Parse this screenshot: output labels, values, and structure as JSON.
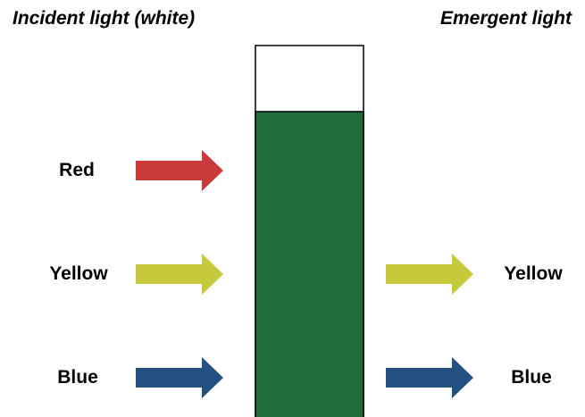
{
  "headings": {
    "incident": "Incident light (white)",
    "emergent": "Emergent light"
  },
  "incident_beams": [
    {
      "label": "Red",
      "color": "#c93b3b"
    },
    {
      "label": "Yellow",
      "color": "#c6c93b"
    },
    {
      "label": "Blue",
      "color": "#235182"
    }
  ],
  "emergent_beams": [
    {
      "label": "Yellow",
      "color": "#c6c93b"
    },
    {
      "label": "Blue",
      "color": "#235182"
    }
  ],
  "filter": {
    "liquid_color": "#1f6d3a",
    "empty_color": "#ffffff",
    "border_color": "#000000"
  }
}
